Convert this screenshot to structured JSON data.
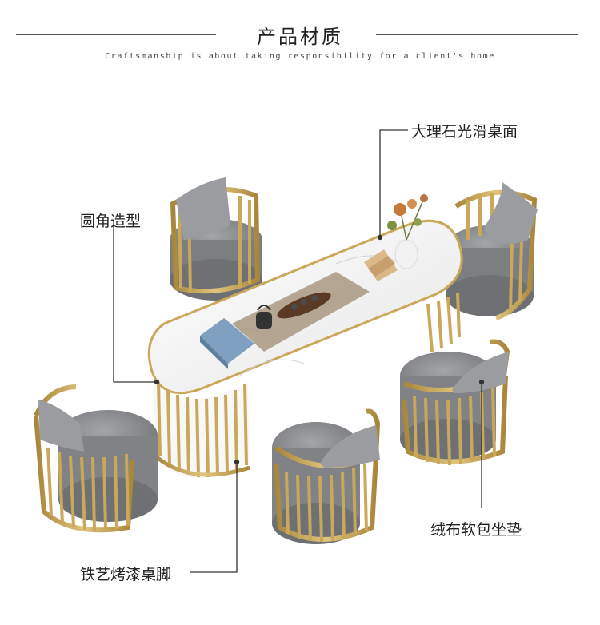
{
  "header": {
    "title": "产品材质",
    "subtitle": "Craftsmanship is about taking responsibility for a client's home"
  },
  "callouts": {
    "tabletop": "大理石光滑桌面",
    "rounded": "圆角造型",
    "cushion": "绒布软包坐垫",
    "legs": "铁艺烤漆桌脚"
  },
  "colors": {
    "gold": "#c9a85a",
    "gold_dark": "#a8863a",
    "seat_gray": "#8a8c8f",
    "pillow_gray": "#9a9ca0",
    "marble": "#f4f4f4",
    "runner": "#a89880"
  }
}
